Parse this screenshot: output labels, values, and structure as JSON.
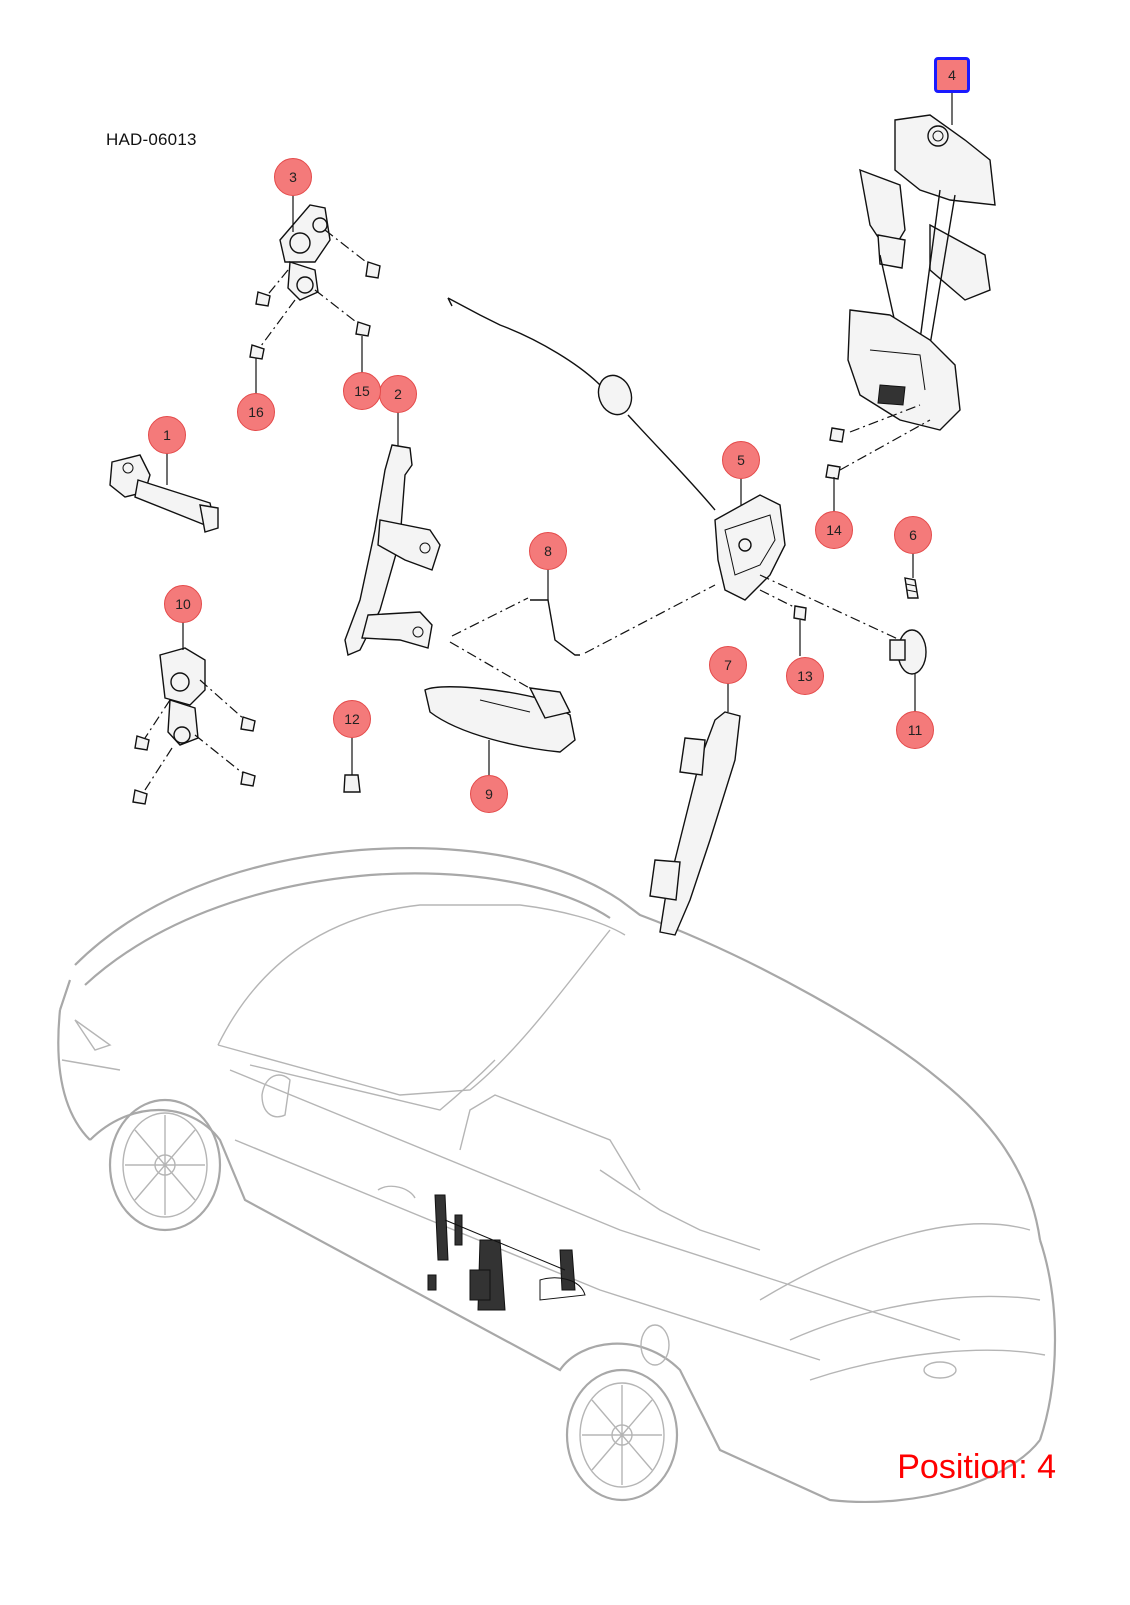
{
  "diagram": {
    "code": "HAD-06013",
    "position_label": "Position: 4",
    "selected_callout": "4",
    "callouts": [
      {
        "id": "c1",
        "label": "1"
      },
      {
        "id": "c2",
        "label": "2"
      },
      {
        "id": "c3",
        "label": "3"
      },
      {
        "id": "c4",
        "label": "4"
      },
      {
        "id": "c5",
        "label": "5"
      },
      {
        "id": "c6",
        "label": "6"
      },
      {
        "id": "c7",
        "label": "7"
      },
      {
        "id": "c8",
        "label": "8"
      },
      {
        "id": "c9",
        "label": "9"
      },
      {
        "id": "c10",
        "label": "10"
      },
      {
        "id": "c11",
        "label": "11"
      },
      {
        "id": "c12",
        "label": "12"
      },
      {
        "id": "c13",
        "label": "13"
      },
      {
        "id": "c14",
        "label": "14"
      },
      {
        "id": "c15",
        "label": "15"
      },
      {
        "id": "c16",
        "label": "16"
      }
    ],
    "colors": {
      "callout_fill": "#f47a7a",
      "selected_border": "#1a1aff",
      "position_text": "#ff0000",
      "car_outline": "#a8a8a8"
    }
  }
}
